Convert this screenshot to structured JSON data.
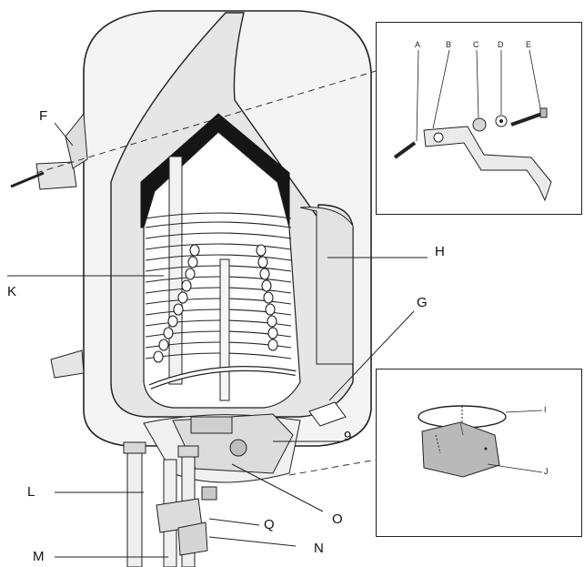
{
  "labels": {
    "A": "A",
    "B": "B",
    "C": "C",
    "D": "D",
    "E": "E",
    "F": "F",
    "G": "G",
    "H": "H",
    "K": "K",
    "L": "L",
    "M": "M",
    "N": "N",
    "O": "O",
    "Q": "Q",
    "nine": "9",
    "I": "I",
    "J": "J"
  },
  "colors": {
    "line": "#222222",
    "tank_fill": "#ffffff",
    "insulation": "#e9e9e9",
    "dark": "#151515",
    "cover": "#b9b9b9",
    "copper": "#cfcfcf"
  }
}
